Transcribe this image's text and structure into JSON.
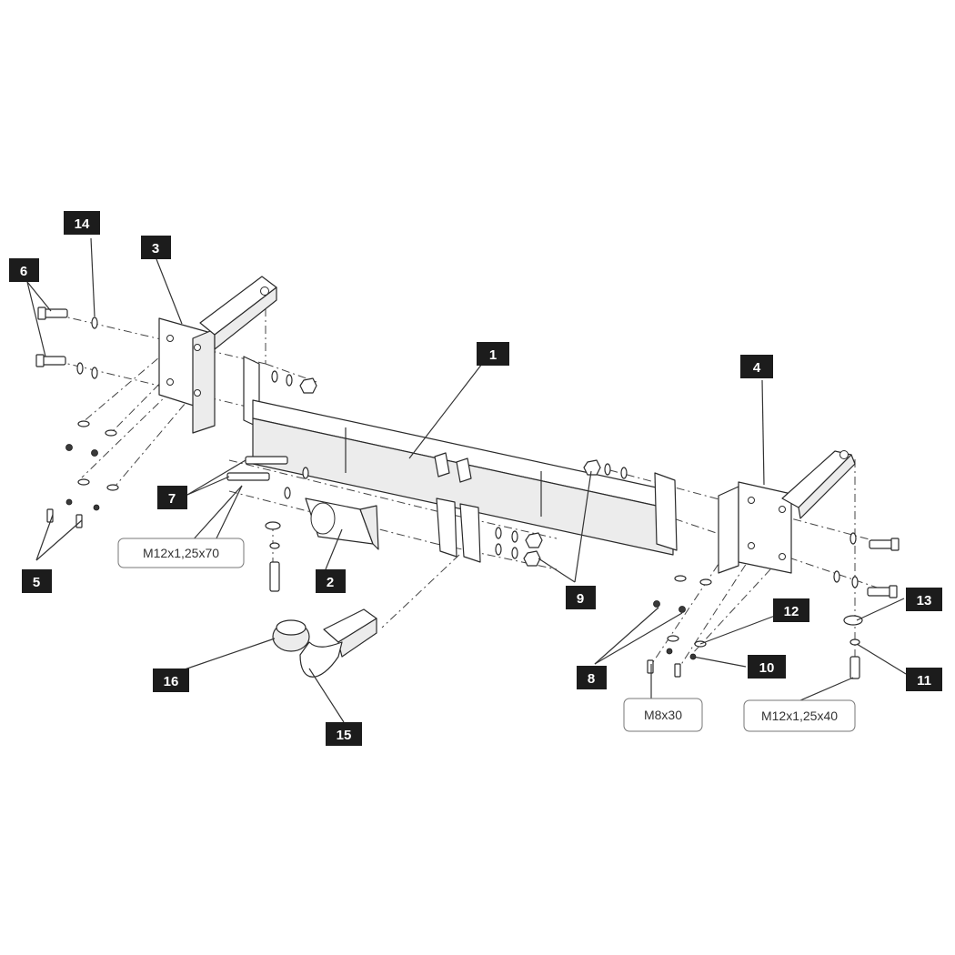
{
  "part_numbers": [
    "1",
    "2",
    "3",
    "4",
    "5",
    "6",
    "7",
    "8",
    "9",
    "10",
    "11",
    "12",
    "13",
    "14",
    "15",
    "16"
  ],
  "specs": {
    "bolt_7": "M12x1,25x70",
    "bolt_10": "M8x30",
    "bolt_11": "M12x1,25x40"
  }
}
